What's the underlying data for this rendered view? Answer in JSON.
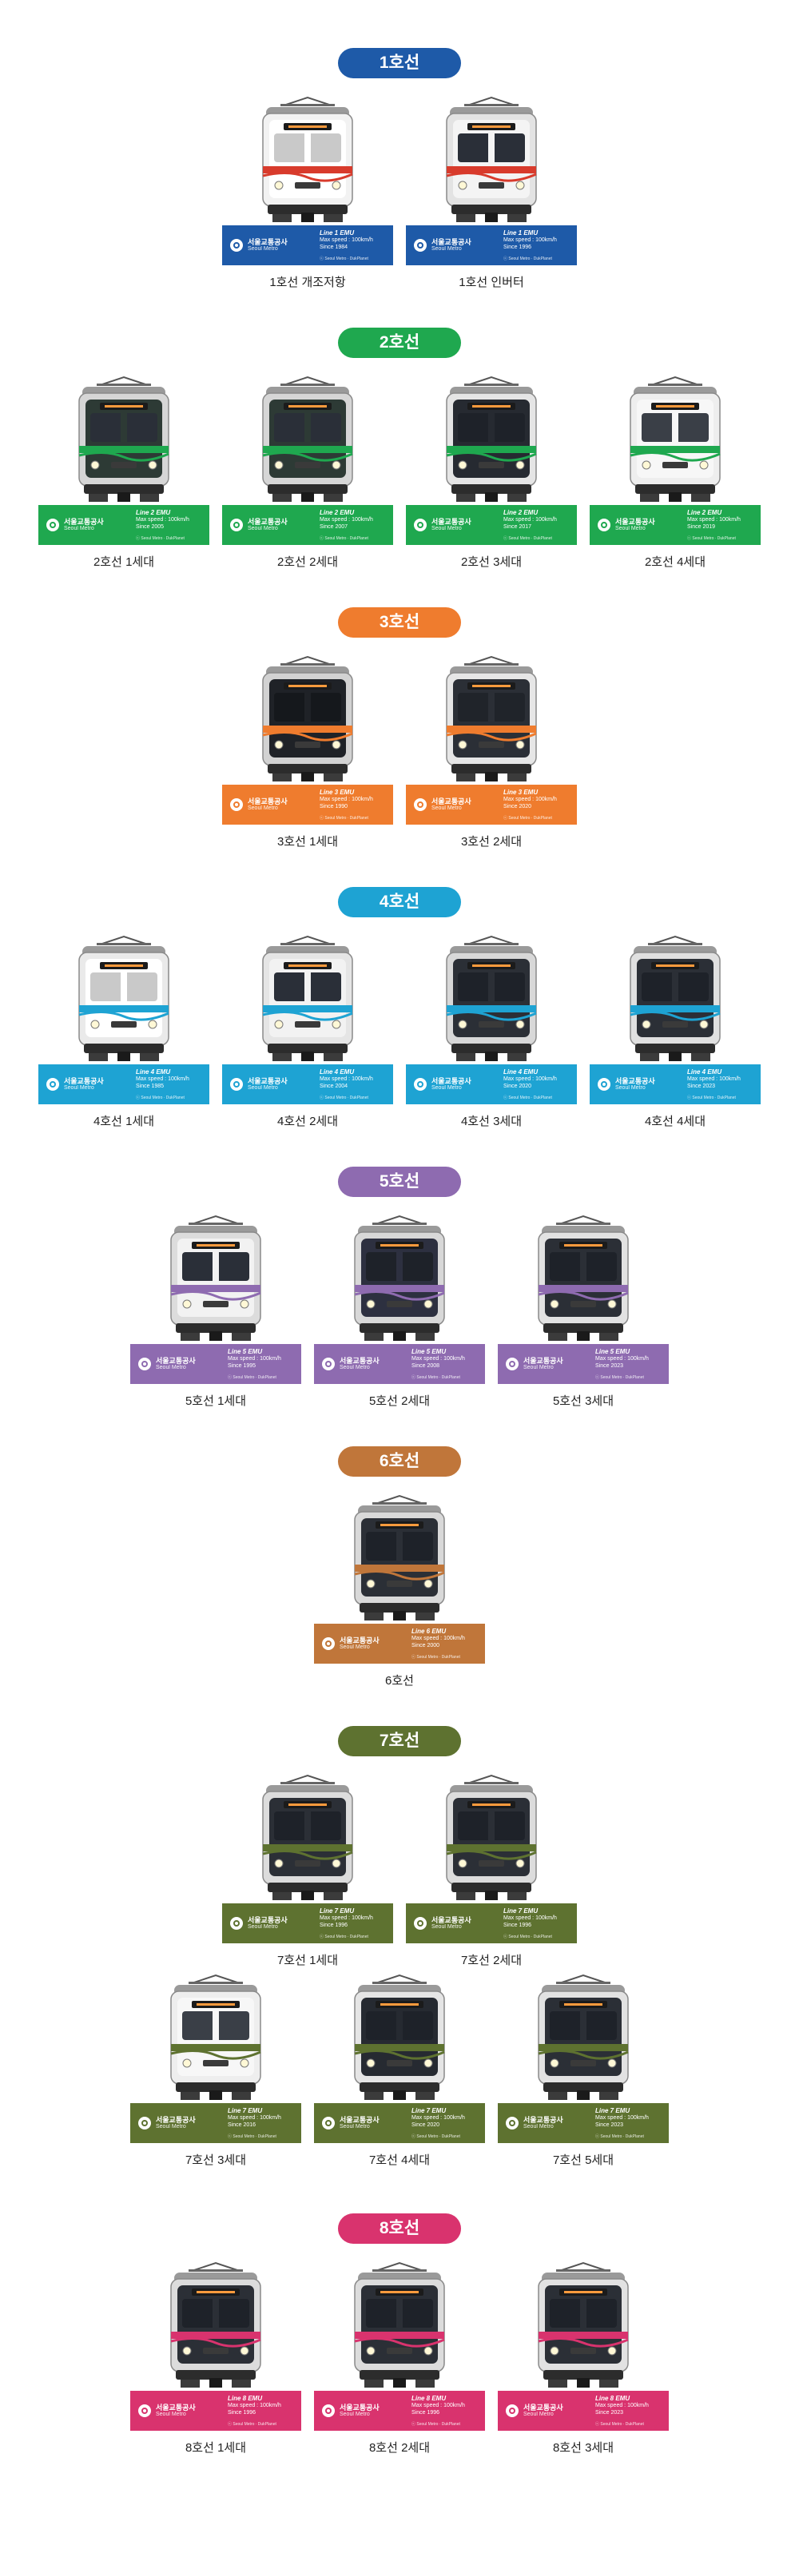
{
  "org_name_ko": "서울교통공사",
  "org_name_en": "Seoul Metro",
  "copyright": "ⓒ Seoul Metro · DukPlanet",
  "speed_label": "Max speed : 100km/h",
  "lines": [
    {
      "title": "1호선",
      "color": "#1e5aa8",
      "rows": [
        [
          {
            "caption": "1호선 개조저항",
            "spec": "Line 1 EMU",
            "since": "Since 1984",
            "body": "#f2f2f2",
            "face": "#ffffff",
            "stripe": "#d83b2c",
            "window": "#c9c9c9"
          },
          {
            "caption": "1호선 인버터",
            "spec": "Line 1 EMU",
            "since": "Since 1996",
            "body": "#e3e3e3",
            "face": "#f4f4f4",
            "stripe": "#d83b2c",
            "window": "#2a2f38"
          }
        ]
      ]
    },
    {
      "title": "2호선",
      "color": "#1fa84f",
      "rows": [
        [
          {
            "caption": "2호선 1세대",
            "spec": "Line 2 EMU",
            "since": "Since 2005",
            "body": "#d6d6d6",
            "face": "#2d3a35",
            "stripe": "#1fa84f",
            "window": "#2a2f38"
          },
          {
            "caption": "2호선 2세대",
            "spec": "Line 2 EMU",
            "since": "Since 2007",
            "body": "#d6d6d6",
            "face": "#2d3a35",
            "stripe": "#1fa84f",
            "window": "#2a2f38"
          },
          {
            "caption": "2호선 3세대",
            "spec": "Line 2 EMU",
            "since": "Since 2017",
            "body": "#e5e5e5",
            "face": "#262a31",
            "stripe": "#1fa84f",
            "window": "#1e2229"
          },
          {
            "caption": "2호선 4세대",
            "spec": "Line 2 EMU",
            "since": "Since 2019",
            "body": "#eeeeee",
            "face": "#f7f7f7",
            "stripe": "#1fa84f",
            "window": "#3a3f47"
          }
        ]
      ]
    },
    {
      "title": "3호선",
      "color": "#ef7c2e",
      "rows": [
        [
          {
            "caption": "3호선 1세대",
            "spec": "Line 3 EMU",
            "since": "Since 1990",
            "body": "#d2d2d2",
            "face": "#1f2227",
            "stripe": "#ef7c2e",
            "window": "#15181c"
          },
          {
            "caption": "3호선 2세대",
            "spec": "Line 3 EMU",
            "since": "Since 2020",
            "body": "#e6e6e6",
            "face": "#2b2f36",
            "stripe": "#ef7c2e",
            "window": "#20242a"
          }
        ]
      ]
    },
    {
      "title": "4호선",
      "color": "#1ea3d3",
      "rows": [
        [
          {
            "caption": "4호선 1세대",
            "spec": "Line 4 EMU",
            "since": "Since 1985",
            "body": "#eaeaea",
            "face": "#ffffff",
            "stripe": "#1ea3d3",
            "window": "#c9c9c9"
          },
          {
            "caption": "4호선 2세대",
            "spec": "Line 4 EMU",
            "since": "Since 2004",
            "body": "#e5e5e5",
            "face": "#f2f2f2",
            "stripe": "#1ea3d3",
            "window": "#2a2f38"
          },
          {
            "caption": "4호선 3세대",
            "spec": "Line 4 EMU",
            "since": "Since 2020",
            "body": "#d8d8d8",
            "face": "#2b2f36",
            "stripe": "#1ea3d3",
            "window": "#1e2229"
          },
          {
            "caption": "4호선 4세대",
            "spec": "Line 4 EMU",
            "since": "Since 2023",
            "body": "#e0e0e0",
            "face": "#2b2f36",
            "stripe": "#1ea3d3",
            "window": "#1e2229"
          }
        ]
      ]
    },
    {
      "title": "5호선",
      "color": "#8e6bb0",
      "rows": [
        [
          {
            "caption": "5호선 1세대",
            "spec": "Line 5 EMU",
            "since": "Since 1995",
            "body": "#dcdcdc",
            "face": "#f2f2f2",
            "stripe": "#8e6bb0",
            "window": "#2a2f38"
          },
          {
            "caption": "5호선 2세대",
            "spec": "Line 5 EMU",
            "since": "Since 2008",
            "body": "#d8d8d8",
            "face": "#2d3040",
            "stripe": "#8e6bb0",
            "window": "#1e2229"
          },
          {
            "caption": "5호선 3세대",
            "spec": "Line 5 EMU",
            "since": "Since 2023",
            "body": "#e2e2e2",
            "face": "#2b2f36",
            "stripe": "#8e6bb0",
            "window": "#1e2229"
          }
        ]
      ]
    },
    {
      "title": "6호선",
      "color": "#c0763a",
      "rows": [
        [
          {
            "caption": "6호선",
            "spec": "Line 6 EMU",
            "since": "Since 2000",
            "body": "#d9d9d9",
            "face": "#2b2f36",
            "stripe": "#c0763a",
            "window": "#1e2229"
          }
        ]
      ]
    },
    {
      "title": "7호선",
      "color": "#5e7230",
      "rows": [
        [
          {
            "caption": "7호선 1세대",
            "spec": "Line 7 EMU",
            "since": "Since 1996",
            "body": "#dcdcdc",
            "face": "#2b2f36",
            "stripe": "#5e7230",
            "window": "#1e2229"
          },
          {
            "caption": "7호선 2세대",
            "spec": "Line 7 EMU",
            "since": "Since 1996",
            "body": "#dcdcdc",
            "face": "#2b2f36",
            "stripe": "#5e7230",
            "window": "#1e2229"
          }
        ],
        [
          {
            "caption": "7호선 3세대",
            "spec": "Line 7 EMU",
            "since": "Since 2016",
            "body": "#eeeeee",
            "face": "#f7f7f7",
            "stripe": "#5e7230",
            "window": "#3a3f47"
          },
          {
            "caption": "7호선 4세대",
            "spec": "Line 7 EMU",
            "since": "Since 2020",
            "body": "#e5e5e5",
            "face": "#262a31",
            "stripe": "#5e7230",
            "window": "#1e2229"
          },
          {
            "caption": "7호선 5세대",
            "spec": "Line 7 EMU",
            "since": "Since 2023",
            "body": "#e2e2e2",
            "face": "#2b2f36",
            "stripe": "#5e7230",
            "window": "#1e2229"
          }
        ]
      ]
    },
    {
      "title": "8호선",
      "color": "#d9336e",
      "rows": [
        [
          {
            "caption": "8호선 1세대",
            "spec": "Line 8 EMU",
            "since": "Since 1996",
            "body": "#dcdcdc",
            "face": "#2b2f36",
            "stripe": "#d9336e",
            "window": "#1e2229"
          },
          {
            "caption": "8호선 2세대",
            "spec": "Line 8 EMU",
            "since": "Since 1996",
            "body": "#dcdcdc",
            "face": "#2b2f36",
            "stripe": "#d9336e",
            "window": "#1e2229"
          },
          {
            "caption": "8호선 3세대",
            "spec": "Line 8 EMU",
            "since": "Since 2023",
            "body": "#e2e2e2",
            "face": "#2b2f36",
            "stripe": "#d9336e",
            "window": "#1e2229"
          }
        ]
      ]
    }
  ]
}
